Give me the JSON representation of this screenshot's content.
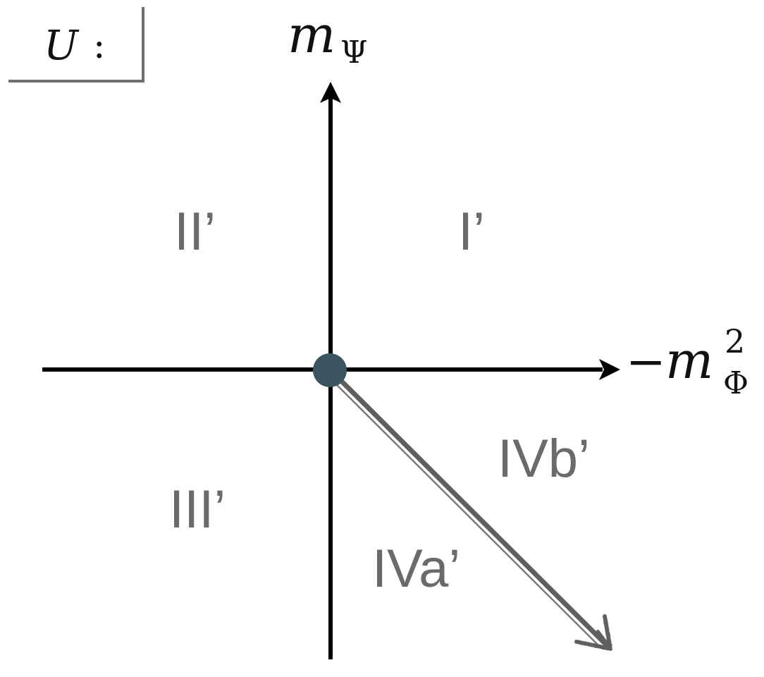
{
  "box_label": {
    "symbol": "U",
    "colon": ":"
  },
  "axes": {
    "vertical": {
      "base": "m",
      "subscript": "Ψ"
    },
    "horizontal": {
      "minus": "−",
      "base": "m",
      "superscript": "2",
      "subscript": "Φ"
    }
  },
  "regions": {
    "q1": "I’",
    "q2": "II’",
    "q3": "III’",
    "q4b": "IVb’",
    "q4a": "IVa’"
  },
  "colors": {
    "axis": "#000000",
    "box_border": "#707070",
    "origin_dot": "#3b5560",
    "arrow": "#5e5e5e",
    "region_text": "#6a6a6a"
  }
}
